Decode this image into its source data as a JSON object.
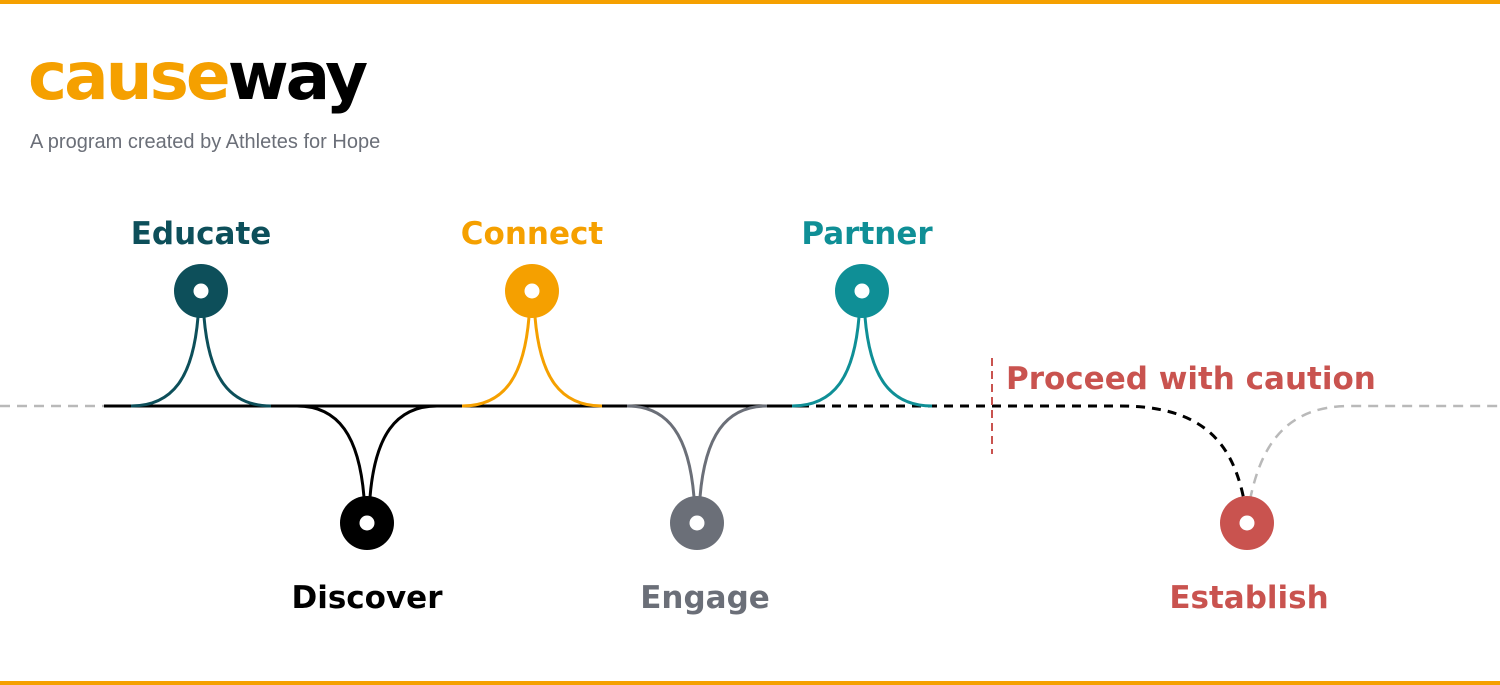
{
  "brand": {
    "logo_part_1": "cause",
    "logo_part_2": "way",
    "tagline": "A program created by Athletes for Hope"
  },
  "colors": {
    "accent_orange": "#f5a000",
    "logo_dark": "#000000",
    "baseline_gray": "#b9b9b9",
    "educate": "#0d4f5a",
    "discover": "#000000",
    "connect": "#f5a000",
    "engage": "#6b6f78",
    "partner": "#0f8f96",
    "establish": "#c9534f"
  },
  "stages": [
    {
      "label": "Educate",
      "position": "above",
      "color": "#0d4f5a"
    },
    {
      "label": "Discover",
      "position": "below",
      "color": "#000000"
    },
    {
      "label": "Connect",
      "position": "above",
      "color": "#f5a000"
    },
    {
      "label": "Engage",
      "position": "below",
      "color": "#6b6f78"
    },
    {
      "label": "Partner",
      "position": "above",
      "color": "#0f8f96"
    },
    {
      "label": "Establish",
      "position": "below",
      "color": "#c9534f"
    }
  ],
  "caution": {
    "label": "Proceed with caution",
    "color": "#c9534f"
  }
}
